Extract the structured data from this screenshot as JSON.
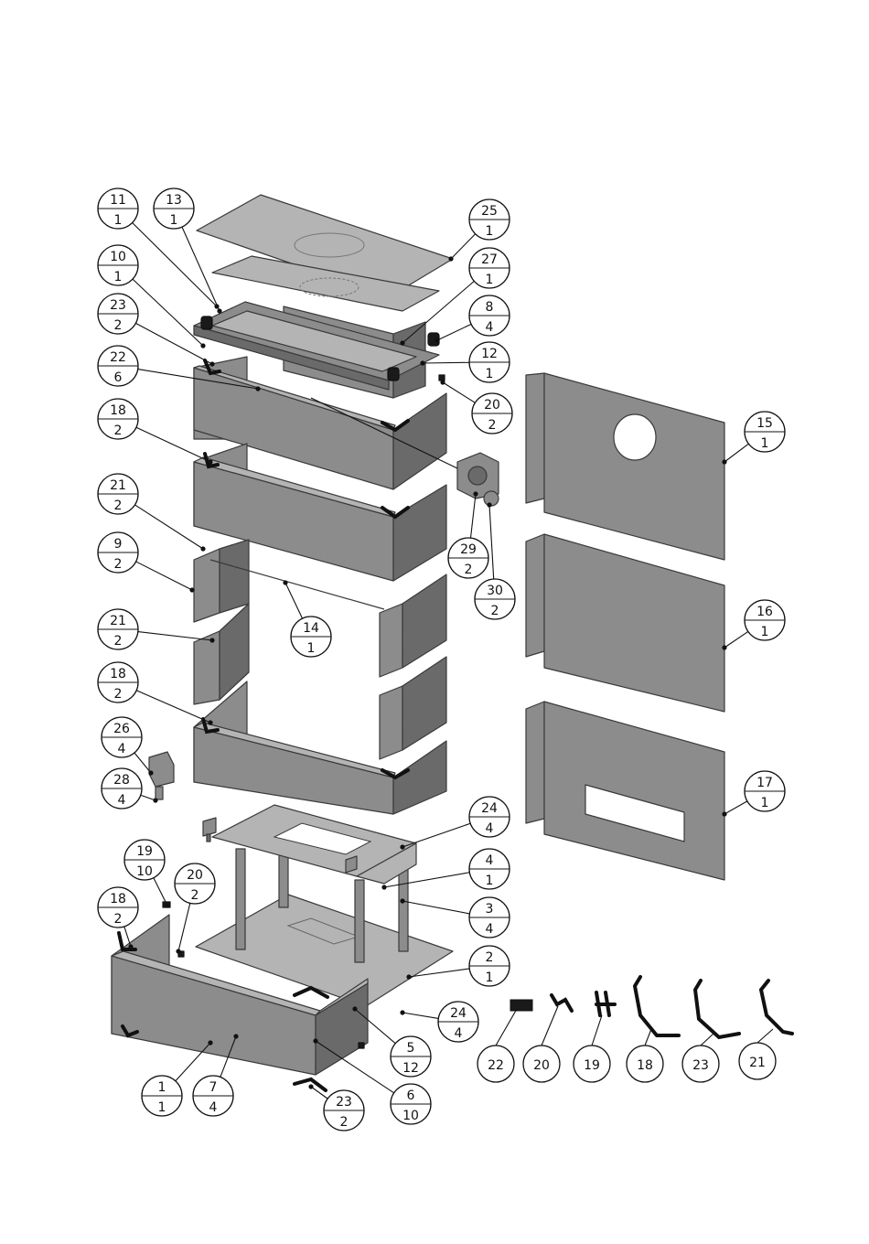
{
  "callouts": [
    {
      "part": "11",
      "qty": "1"
    },
    {
      "part": "13",
      "qty": "1"
    },
    {
      "part": "25",
      "qty": "1"
    },
    {
      "part": "10",
      "qty": "1"
    },
    {
      "part": "27",
      "qty": "1"
    },
    {
      "part": "8",
      "qty": "4"
    },
    {
      "part": "23",
      "qty": "2"
    },
    {
      "part": "12",
      "qty": "1"
    },
    {
      "part": "22",
      "qty": "6"
    },
    {
      "part": "20",
      "qty": "2"
    },
    {
      "part": "18",
      "qty": "2"
    },
    {
      "part": "15",
      "qty": "1"
    },
    {
      "part": "21",
      "qty": "2"
    },
    {
      "part": "29",
      "qty": "2"
    },
    {
      "part": "9",
      "qty": "2"
    },
    {
      "part": "30",
      "qty": "2"
    },
    {
      "part": "16",
      "qty": "1"
    },
    {
      "part": "21",
      "qty": "2"
    },
    {
      "part": "14",
      "qty": "1"
    },
    {
      "part": "18",
      "qty": "2"
    },
    {
      "part": "26",
      "qty": "4"
    },
    {
      "part": "17",
      "qty": "1"
    },
    {
      "part": "28",
      "qty": "4"
    },
    {
      "part": "24",
      "qty": "4"
    },
    {
      "part": "19",
      "qty": "10"
    },
    {
      "part": "20",
      "qty": "2"
    },
    {
      "part": "4",
      "qty": "1"
    },
    {
      "part": "18",
      "qty": "2"
    },
    {
      "part": "3",
      "qty": "4"
    },
    {
      "part": "2",
      "qty": "1"
    },
    {
      "part": "24",
      "qty": "4"
    },
    {
      "part": "5",
      "qty": "12"
    },
    {
      "part": "1",
      "qty": "1"
    },
    {
      "part": "7",
      "qty": "4"
    },
    {
      "part": "6",
      "qty": "10"
    },
    {
      "part": "23",
      "qty": "2"
    }
  ],
  "legend": [
    "22",
    "20",
    "19",
    "18",
    "23",
    "21"
  ]
}
